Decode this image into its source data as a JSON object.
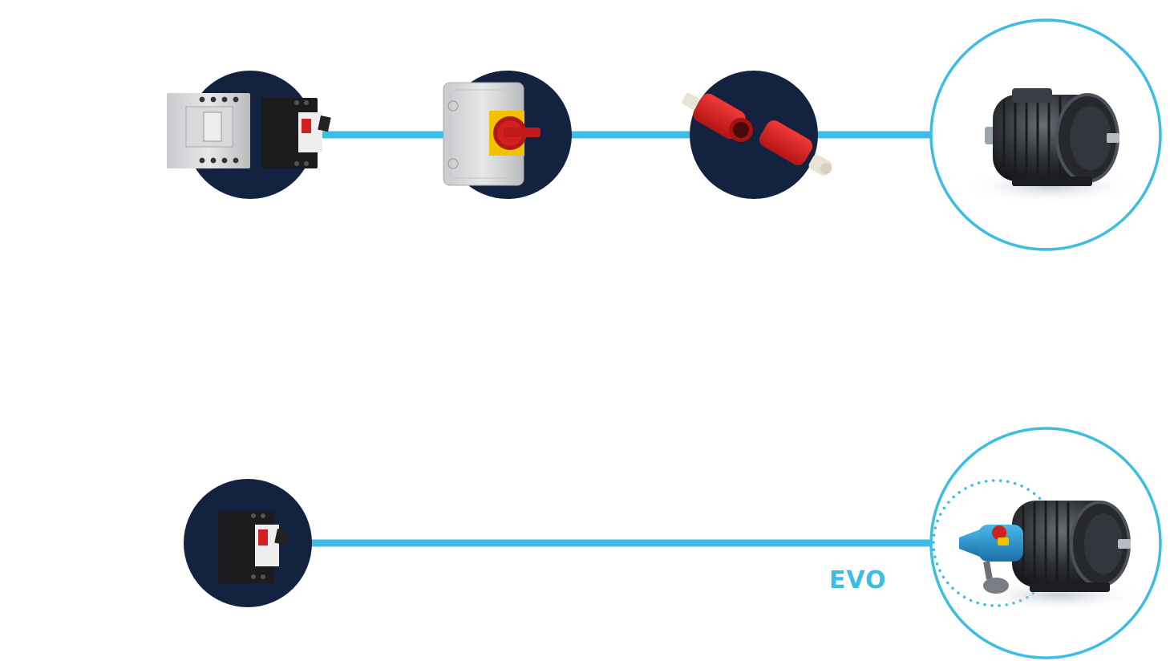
{
  "colors": {
    "line": "#3dbde3",
    "navy": "#13233f",
    "ring": "#3dbde3",
    "label": "#3dbde3",
    "red": "#d21f1f",
    "yellow": "#f2c200"
  },
  "diagrams": [
    {
      "name": "conventional-installation",
      "components": [
        {
          "id": "breaker-and-contactor",
          "icon": "circuit-breaker-icon"
        },
        {
          "id": "isolator-switch",
          "icon": "rotary-isolator-icon"
        },
        {
          "id": "industrial-plug-socket",
          "icon": "red-plug-connector-icon"
        },
        {
          "id": "motor",
          "icon": "electric-motor-icon"
        }
      ]
    },
    {
      "name": "evo-installation",
      "components": [
        {
          "id": "motor-starter",
          "icon": "motor-starter-icon"
        },
        {
          "id": "evo-motor",
          "icon": "motor-with-evo-connector-icon"
        }
      ],
      "label": "EVO"
    }
  ]
}
